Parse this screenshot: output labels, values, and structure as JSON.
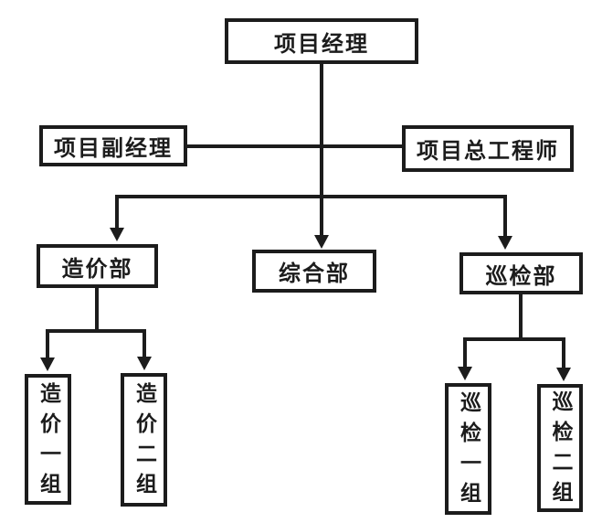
{
  "diagram": {
    "type": "org-chart",
    "nodes": {
      "project_manager": {
        "label": "项目经理"
      },
      "deputy_manager": {
        "label": "项目副经理"
      },
      "chief_engineer": {
        "label": "项目总工程师"
      },
      "cost_dept": {
        "label": "造价部"
      },
      "general_dept": {
        "label": "综合部"
      },
      "inspection_dept": {
        "label": "巡检部"
      },
      "cost_group_1": {
        "label": "造价一组"
      },
      "cost_group_2": {
        "label": "造价二组"
      },
      "inspection_group_1": {
        "label": "巡检一组"
      },
      "inspection_group_2": {
        "label": "巡检二组"
      }
    },
    "edges": [
      {
        "from": "project_manager",
        "to": "deputy_manager",
        "arrow": false
      },
      {
        "from": "project_manager",
        "to": "chief_engineer",
        "arrow": false
      },
      {
        "from": "project_manager",
        "to": "cost_dept",
        "arrow": true
      },
      {
        "from": "project_manager",
        "to": "general_dept",
        "arrow": true
      },
      {
        "from": "project_manager",
        "to": "inspection_dept",
        "arrow": true
      },
      {
        "from": "cost_dept",
        "to": "cost_group_1",
        "arrow": true
      },
      {
        "from": "cost_dept",
        "to": "cost_group_2",
        "arrow": true
      },
      {
        "from": "inspection_dept",
        "to": "inspection_group_1",
        "arrow": true
      },
      {
        "from": "inspection_dept",
        "to": "inspection_group_2",
        "arrow": true
      }
    ],
    "colors": {
      "line": "#1c1c1c",
      "box_border": "#1c1c1c",
      "box_bg": "#ffffff",
      "text": "#1c1c1c",
      "background": "#ffffff"
    }
  }
}
